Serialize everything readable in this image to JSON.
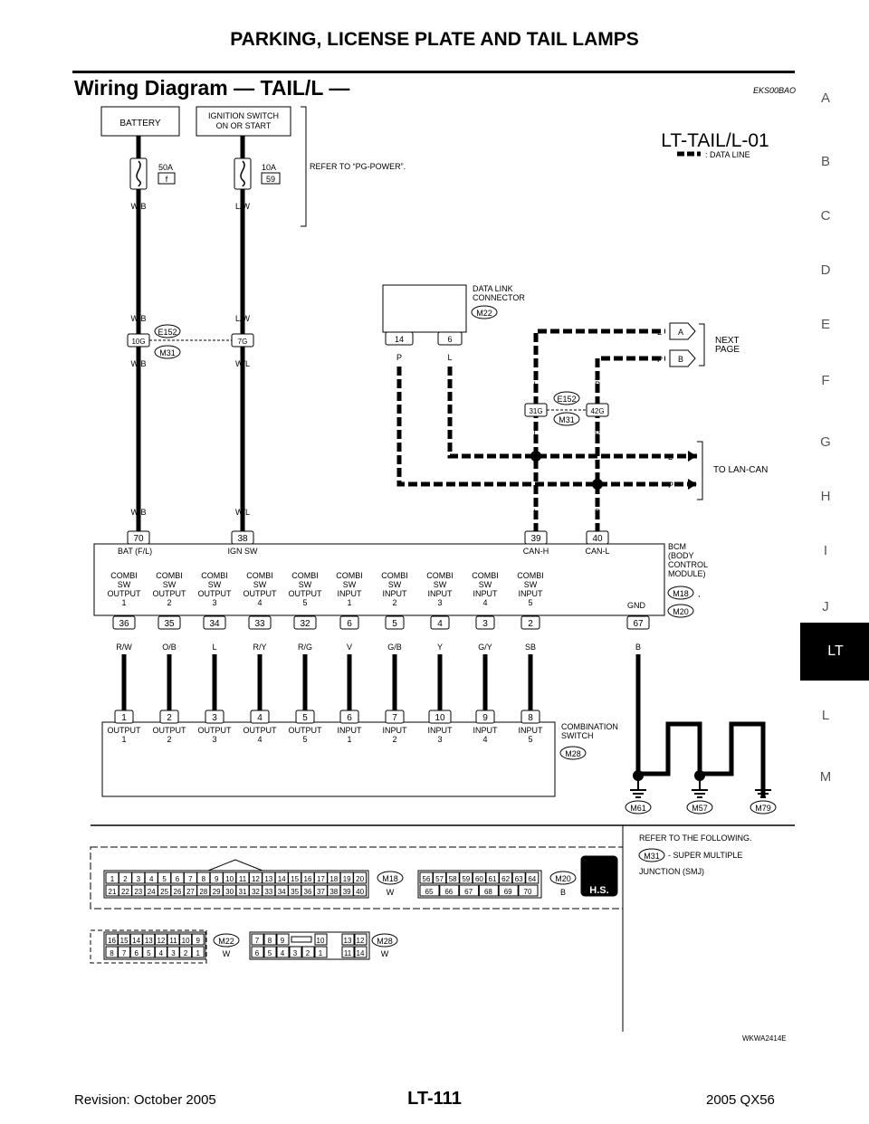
{
  "header": {
    "page_title": "PARKING, LICENSE PLATE AND TAIL LAMPS",
    "section_title": "Wiring Diagram — TAIL/L —",
    "section_code": "EKS00BAO"
  },
  "diagram": {
    "id": "LT-TAIL/L-01",
    "legend": ": DATA LINE",
    "battery": "BATTERY",
    "ignition_switch": [
      "IGNITION SWITCH",
      "ON OR START"
    ],
    "refer_pg_power": "REFER TO “PG-POWER”.",
    "fuse_50a": {
      "rating": "50A",
      "number": "f"
    },
    "fuse_10a": {
      "rating": "10A",
      "number": "59"
    },
    "wire_wb": "W/B",
    "wire_lw": "L/W",
    "wire_wl": "W/L",
    "wire_l": "L",
    "wire_p": "P",
    "smj_connectors": {
      "c10g": "10G",
      "c7g": "7G",
      "c31g": "31G",
      "c42g": "42G",
      "e152": "E152",
      "m31": "M31"
    },
    "dlc": {
      "label": [
        "DATA LINK",
        "CONNECTOR"
      ],
      "connector": "M22",
      "pin_a": "14",
      "pin_b": "6"
    },
    "next_page": {
      "label": [
        "NEXT",
        "PAGE"
      ],
      "a": "A",
      "b": "B"
    },
    "to_lan_can": "TO LAN-CAN",
    "bcm": {
      "label": [
        "BCM",
        "(BODY",
        "CONTROL",
        "MODULE)"
      ],
      "connectors": [
        "M18",
        "M20"
      ],
      "comma": ",",
      "top_pins": [
        "70",
        "38",
        "39",
        "40"
      ],
      "top_labels": [
        "BAT (F/L)",
        "IGN SW",
        "CAN-H",
        "CAN-L"
      ],
      "terminals": [
        {
          "pin": "36",
          "name": [
            "COMBI",
            "SW",
            "OUTPUT",
            "1"
          ],
          "wire": "R/W"
        },
        {
          "pin": "35",
          "name": [
            "COMBI",
            "SW",
            "OUTPUT",
            "2"
          ],
          "wire": "O/B"
        },
        {
          "pin": "34",
          "name": [
            "COMBI",
            "SW",
            "OUTPUT",
            "3"
          ],
          "wire": "L"
        },
        {
          "pin": "33",
          "name": [
            "COMBI",
            "SW",
            "OUTPUT",
            "4"
          ],
          "wire": "R/Y"
        },
        {
          "pin": "32",
          "name": [
            "COMBI",
            "SW",
            "OUTPUT",
            "5"
          ],
          "wire": "R/G"
        },
        {
          "pin": "6",
          "name": [
            "COMBI",
            "SW",
            "INPUT",
            "1"
          ],
          "wire": "V"
        },
        {
          "pin": "5",
          "name": [
            "COMBI",
            "SW",
            "INPUT",
            "2"
          ],
          "wire": "G/B"
        },
        {
          "pin": "4",
          "name": [
            "COMBI",
            "SW",
            "INPUT",
            "3"
          ],
          "wire": "Y"
        },
        {
          "pin": "3",
          "name": [
            "COMBI",
            "SW",
            "INPUT",
            "4"
          ],
          "wire": "G/Y"
        },
        {
          "pin": "2",
          "name": [
            "COMBI",
            "SW",
            "INPUT",
            "5"
          ],
          "wire": "SB"
        }
      ],
      "gnd": {
        "label": "GND",
        "pin": "67",
        "wire": "B"
      }
    },
    "combination_switch": {
      "label": [
        "COMBINATION",
        "SWITCH"
      ],
      "connector": "M28",
      "terminals": [
        {
          "pin": "1",
          "name": [
            "OUTPUT",
            "1"
          ]
        },
        {
          "pin": "2",
          "name": [
            "OUTPUT",
            "2"
          ]
        },
        {
          "pin": "3",
          "name": [
            "OUTPUT",
            "3"
          ]
        },
        {
          "pin": "4",
          "name": [
            "OUTPUT",
            "4"
          ]
        },
        {
          "pin": "5",
          "name": [
            "OUTPUT",
            "5"
          ]
        },
        {
          "pin": "6",
          "name": [
            "INPUT",
            "1"
          ]
        },
        {
          "pin": "7",
          "name": [
            "INPUT",
            "2"
          ]
        },
        {
          "pin": "10",
          "name": [
            "INPUT",
            "3"
          ]
        },
        {
          "pin": "9",
          "name": [
            "INPUT",
            "4"
          ]
        },
        {
          "pin": "8",
          "name": [
            "INPUT",
            "5"
          ]
        }
      ]
    },
    "grounds": {
      "wires": [
        "B",
        "B",
        "B",
        "B",
        "B"
      ],
      "connectors": [
        "M61",
        "M57",
        "M79"
      ]
    }
  },
  "connector_views": {
    "refer_following": "REFER TO THE FOLLOWING.",
    "smj_ref": {
      "connector": "M31",
      "text": "- SUPER MULTIPLE",
      "text2": "JUNCTION (SMJ)"
    },
    "m18": {
      "id": "M18",
      "color": "W",
      "row1": [
        "1",
        "2",
        "3",
        "4",
        "5",
        "6",
        "7",
        "8",
        "9",
        "10",
        "11",
        "12",
        "13",
        "14",
        "15",
        "16",
        "17",
        "18",
        "19",
        "20"
      ],
      "row2": [
        "21",
        "22",
        "23",
        "24",
        "25",
        "26",
        "27",
        "28",
        "29",
        "30",
        "31",
        "32",
        "33",
        "34",
        "35",
        "36",
        "37",
        "38",
        "39",
        "40"
      ]
    },
    "m20": {
      "id": "M20",
      "color": "B",
      "row1": [
        "56",
        "57",
        "58",
        "59",
        "60",
        "61",
        "62",
        "63",
        "64"
      ],
      "row2": [
        "65",
        "66",
        "67",
        "68",
        "69",
        "70"
      ]
    },
    "hs": "H.S.",
    "m22": {
      "id": "M22",
      "color": "W",
      "row1": [
        "16",
        "15",
        "14",
        "13",
        "12",
        "11",
        "10",
        "9"
      ],
      "row2": [
        "8",
        "7",
        "6",
        "5",
        "4",
        "3",
        "2",
        "1"
      ]
    },
    "m28": {
      "id": "M28",
      "color": "W",
      "row1": [
        "7",
        "8",
        "9",
        "10",
        "13",
        "12"
      ],
      "row2": [
        "6",
        "5",
        "4",
        "3",
        "2",
        "1",
        "11",
        "14"
      ]
    }
  },
  "side_index": [
    "A",
    "B",
    "C",
    "D",
    "E",
    "F",
    "G",
    "H",
    "I",
    "J",
    "LT",
    "L",
    "M"
  ],
  "side_index_active": "LT",
  "figure_code": "WKWA2414E",
  "footer": {
    "revision": "Revision: October 2005",
    "page": "LT-111",
    "model": "2005 QX56"
  }
}
